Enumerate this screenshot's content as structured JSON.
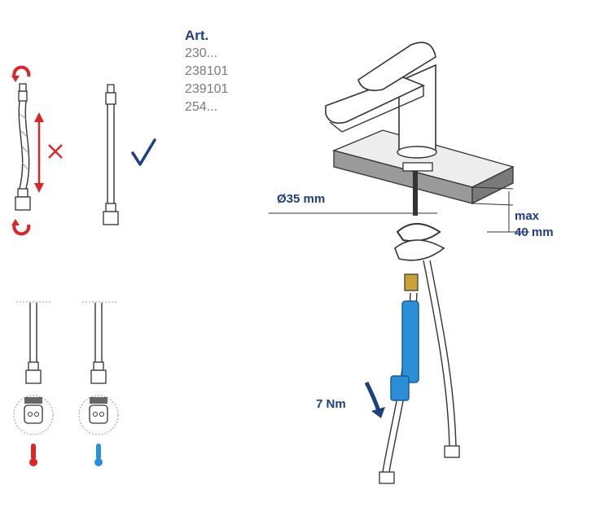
{
  "article": {
    "title": "Art.",
    "numbers": [
      "230...",
      "238101",
      "239101",
      "254..."
    ]
  },
  "labels": {
    "diameter": "Ø35 mm",
    "max_line1": "max",
    "max_line2": "40 mm",
    "torque": "7 Nm"
  },
  "icons": {
    "wrong": "cross-icon",
    "correct": "checkmark-icon",
    "hot": "thermometer-hot-icon",
    "cold": "thermometer-cold-icon"
  },
  "colors": {
    "text_blue": "#1f3f7f",
    "wrench_blue": "#2a8fd8",
    "warning_red": "#d62828",
    "gray_text": "#7a7a7a",
    "counter_gray": "#8a8a8a",
    "brass": "#c9a23a"
  }
}
